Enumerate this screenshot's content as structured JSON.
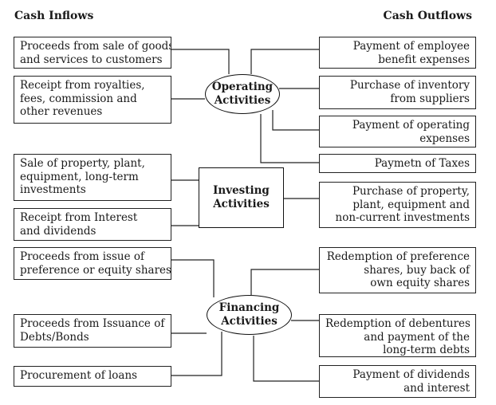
{
  "headers": {
    "inflows": "Cash Inflows",
    "outflows": "Cash Outflows"
  },
  "centers": {
    "operating": [
      "Operating",
      "Activities"
    ],
    "investing": [
      "Investing",
      "Activities"
    ],
    "financing": [
      "Financing",
      "Activities"
    ]
  },
  "inflows": {
    "operating": [
      [
        "Proceeds from sale of goods",
        "and services to customers"
      ],
      [
        "Receipt from royalties,",
        "fees, commission and",
        "other revenues"
      ]
    ],
    "investing": [
      [
        "Sale of property, plant,",
        "equipment, long-term",
        "investments"
      ],
      [
        "Receipt from Interest",
        "and dividends"
      ]
    ],
    "financing": [
      [
        "Proceeds from issue of",
        "preference or equity shares"
      ],
      [
        "Proceeds from Issuance of",
        "Debts/Bonds"
      ],
      [
        "Procurement of loans"
      ]
    ]
  },
  "outflows": {
    "operating": [
      [
        "Payment of employee",
        "benefit expenses"
      ],
      [
        "Purchase of inventory",
        "from suppliers"
      ],
      [
        "Payment  of operating",
        "expenses"
      ],
      [
        "Paymetn of Taxes"
      ]
    ],
    "investing": [
      [
        "Purchase of property,",
        "plant, equipment and",
        "non-current investments"
      ]
    ],
    "financing": [
      [
        "Redemption of preference",
        "shares, buy back of",
        "own equity shares"
      ],
      [
        "Redemption of debentures",
        "and payment of the",
        "long-term debts"
      ],
      [
        "Payment of dividends",
        "and interest"
      ]
    ]
  }
}
